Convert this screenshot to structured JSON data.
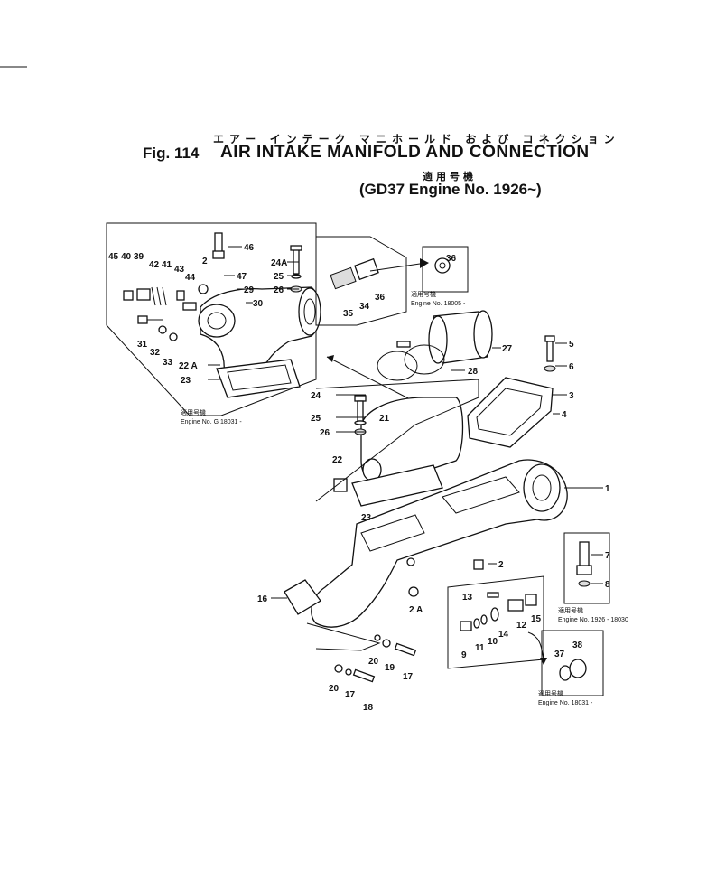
{
  "title": {
    "jp": "エアー インテーク マニホールド および コネクション",
    "fig": "Fig. 114",
    "main": "AIR INTAKE MANIFOLD AND CONNECTION",
    "applicable_jp": "適用号機",
    "model": "(GD37 Engine No. 1926~)"
  },
  "notes": {
    "g18031": "Engine No. G 18031 -",
    "n36": "Engine No. 18005 -",
    "n78": "Engine No. 1926 - 18030",
    "n3738": "Engine No. 18031 -",
    "jp": "適用号機"
  },
  "part_labels": {
    "p45": "45",
    "p40": "40",
    "p39": "39",
    "p42": "42",
    "p41": "41",
    "p43": "43",
    "p44": "44",
    "p2a": "2",
    "p46": "46",
    "p47": "47",
    "p24a_top": "24A",
    "p25_top": "25",
    "p26_top": "26",
    "p29": "29",
    "p30": "30",
    "p31": "31",
    "p32": "32",
    "p33": "33",
    "p22a": "22 A",
    "p23_top": "23",
    "p35": "35",
    "p34": "34",
    "p36_box": "36",
    "p36_top": "36",
    "p27": "27",
    "p28": "28",
    "p24": "24",
    "p25": "25",
    "p26": "26",
    "p21": "21",
    "p22": "22",
    "p23": "23",
    "p5": "5",
    "p6": "6",
    "p3": "3",
    "p4": "4",
    "p1": "1",
    "p7": "7",
    "p8": "8",
    "p2b": "2",
    "p2ab": "2 A",
    "p16": "16",
    "p13": "13",
    "p15": "15",
    "p12": "12",
    "p14": "14",
    "p10": "10",
    "p11": "11",
    "p9": "9",
    "p20a": "20",
    "p19": "19",
    "p17a": "17",
    "p20b": "20",
    "p17b": "17",
    "p18": "18",
    "p37": "37",
    "p38": "38"
  }
}
